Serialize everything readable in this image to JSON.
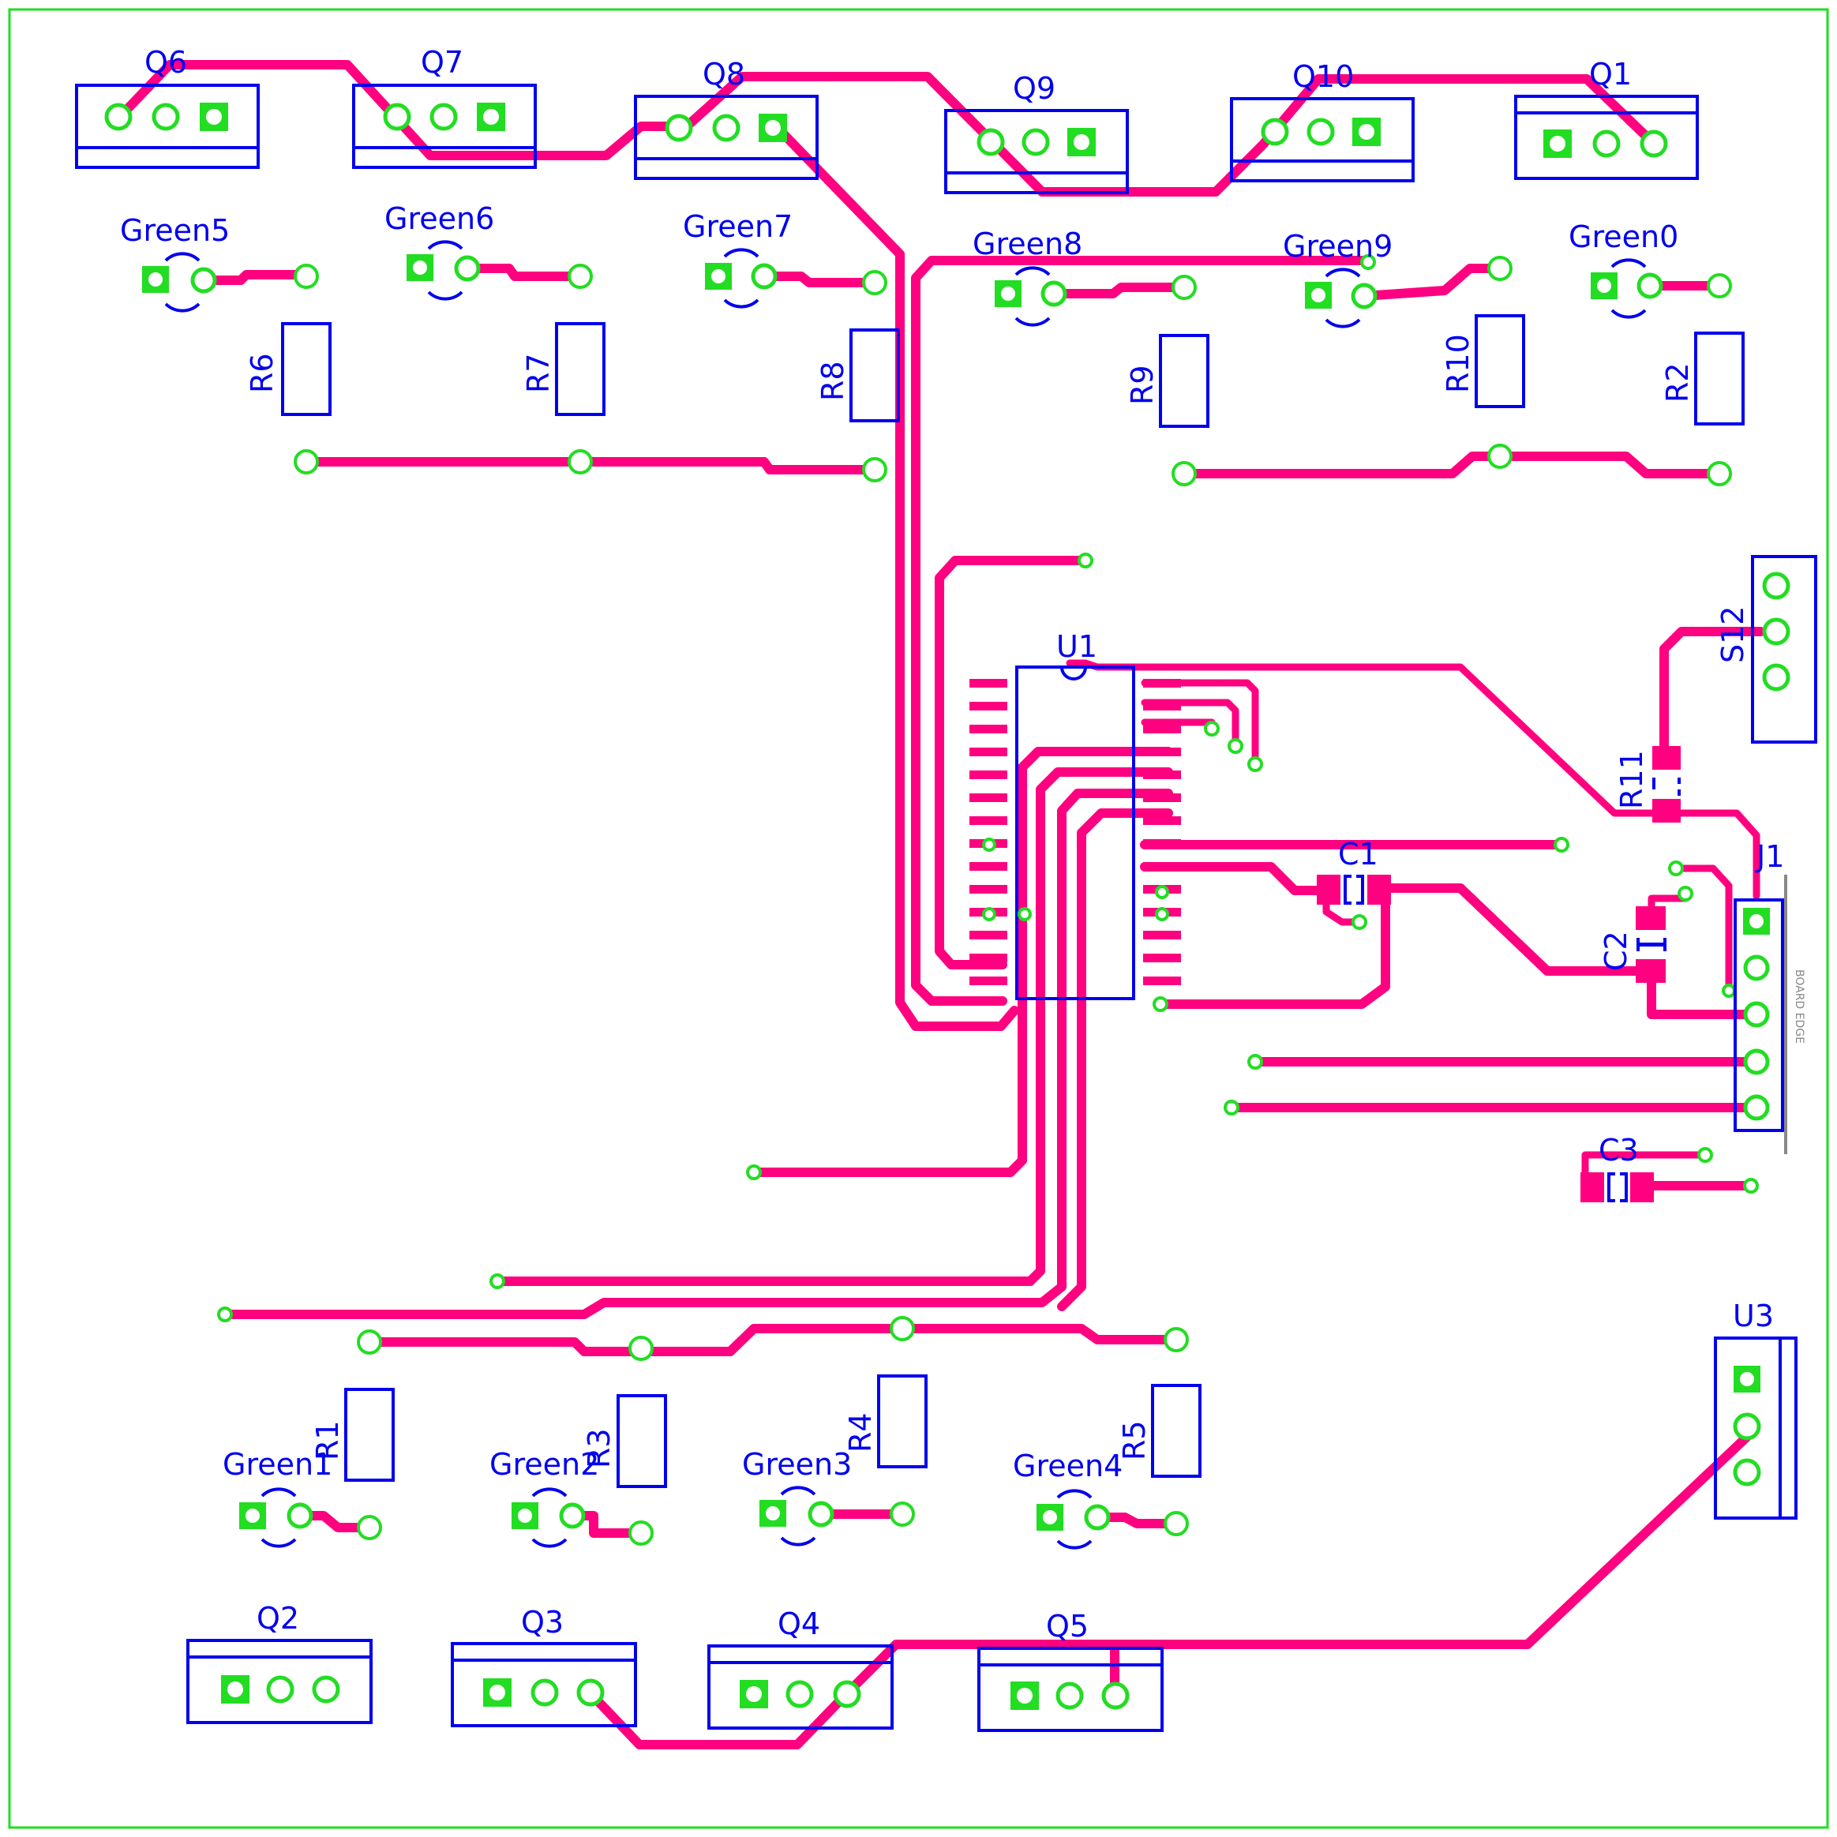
{
  "colors": {
    "trace": "#ff0080",
    "component_outline": "#0000ee",
    "pad": "#22dd22",
    "board_outline": "#22dd22",
    "background": "#ffffff"
  },
  "components": {
    "transistors_top": [
      "Q6",
      "Q7",
      "Q8",
      "Q9",
      "Q10",
      "Q1"
    ],
    "leds_top": [
      "Green5",
      "Green6",
      "Green7",
      "Green8",
      "Green9",
      "Green0"
    ],
    "resistors_top": [
      "R6",
      "R7",
      "R8",
      "R9",
      "R10",
      "R2"
    ],
    "transistors_bottom": [
      "Q2",
      "Q3",
      "Q4",
      "Q5"
    ],
    "leds_bottom": [
      "Green1",
      "Green2",
      "Green3",
      "Green4"
    ],
    "resistors_bottom": [
      "R1",
      "R3",
      "R4",
      "R5"
    ],
    "ic": "U1",
    "caps": [
      "C1",
      "C2",
      "C3"
    ],
    "r11": "R11",
    "switch": "S12",
    "connector": "J1",
    "regulator": "U3",
    "board_edge": "BOARD EDGE"
  }
}
